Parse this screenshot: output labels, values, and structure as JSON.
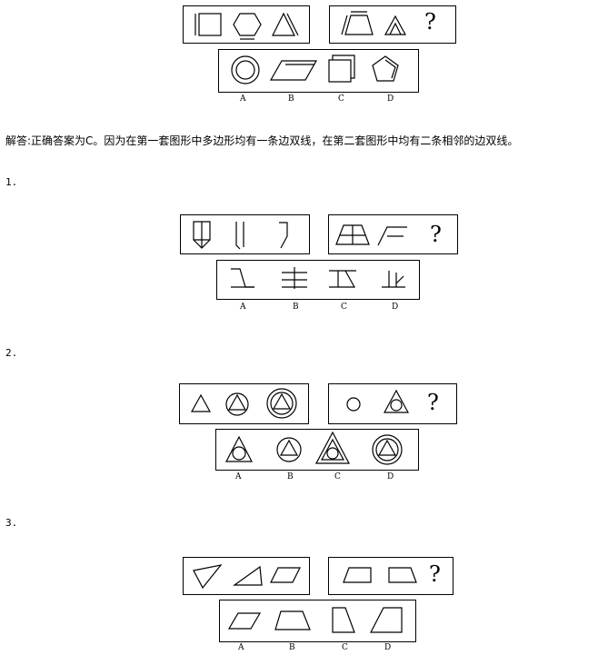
{
  "example": {
    "answer_explanation": "解答:正确答案为C。因为在第一套图形中多边形均有一条边双线，在第二套图形中均有二条相邻的边双线。",
    "question_mark": "?",
    "options": [
      "A",
      "B",
      "C",
      "D"
    ],
    "icons": [
      "square-double-left-edge",
      "hexagon-double-bottom-edge",
      "triangle-double-right-edge",
      "trapezoid-double-two-edges",
      "triangle-double-two-edges",
      "circle-double",
      "parallelogram-double-two-edges",
      "square-double-two-edges",
      "pentagon-double-two-edges"
    ]
  },
  "questions": [
    {
      "number": "1.",
      "question_mark": "?",
      "options": [
        "A",
        "B",
        "C",
        "D"
      ],
      "icons": [
        "pencil-shape",
        "open-line-shape",
        "bracket-shape",
        "trapezoid-grid-shape",
        "broken-line-shape",
        "line-shape-a",
        "line-shape-b",
        "line-shape-c",
        "line-shape-d"
      ]
    },
    {
      "number": "2.",
      "question_mark": "?",
      "options": [
        "A",
        "B",
        "C",
        "D"
      ],
      "icons": [
        "triangle",
        "triangle-in-circle",
        "triangle-in-double-circle",
        "small-circle",
        "circle-in-triangle",
        "circle-in-triangle-option-a",
        "triangle-in-circle-option-b",
        "circle-in-double-triangle-option-c",
        "triangle-in-double-circle-option-d"
      ]
    },
    {
      "number": "3.",
      "question_mark": "?",
      "options": [
        "A",
        "B",
        "C",
        "D"
      ],
      "icons": [
        "triangle-slanted",
        "triangle-obtuse",
        "parallelogram",
        "trapezoid-left",
        "trapezoid-right",
        "parallelogram-option-a",
        "trapezoid-option-b",
        "trapezoid-option-c",
        "trapezoid-option-d"
      ]
    }
  ]
}
